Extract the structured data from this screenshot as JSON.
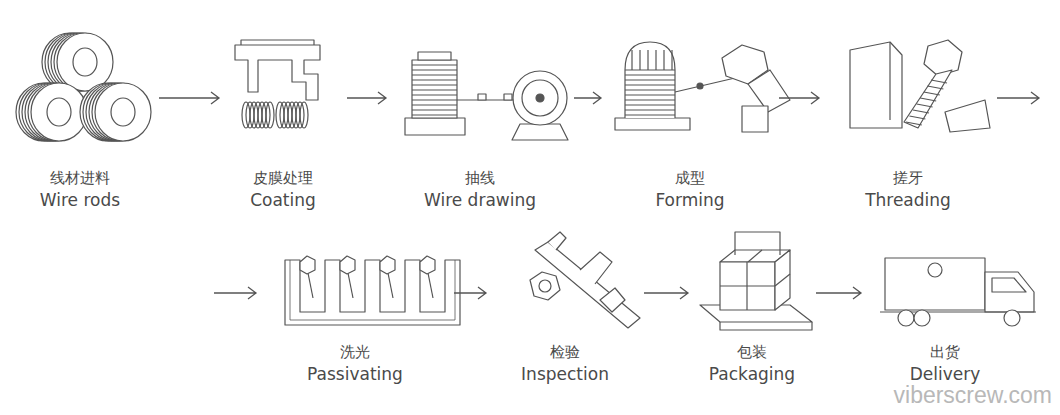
{
  "diagram": {
    "nodes": [
      {
        "text": [
          "线材进料",
          "Wire rods"
        ]
      },
      {
        "text": [
          "皮膜处理",
          "Coating"
        ]
      },
      {
        "text": [
          "抽线",
          "Wire drawing"
        ]
      },
      {
        "text": [
          "成型",
          "Forming"
        ]
      },
      {
        "text": [
          "搓牙",
          "Threading"
        ]
      },
      {
        "text": [
          "洗光",
          "Passivating"
        ]
      },
      {
        "text": [
          "检验",
          "Inspection"
        ]
      },
      {
        "text": [
          "包装",
          "Packaging"
        ]
      },
      {
        "text": [
          "出货",
          "Delivery"
        ]
      }
    ],
    "edges": [
      {
        "from": 0,
        "to": 1,
        "arrow": "to"
      },
      {
        "from": 1,
        "to": 2,
        "arrow": "to"
      },
      {
        "from": 2,
        "to": 3,
        "arrow": "to"
      },
      {
        "from": 3,
        "to": 4,
        "arrow": "to"
      },
      {
        "from": 4,
        "to": 5,
        "arrow": "to"
      },
      {
        "from": 5,
        "to": 6,
        "arrow": "to"
      },
      {
        "from": 6,
        "to": 7,
        "arrow": "to"
      },
      {
        "from": 7,
        "to": 8,
        "arrow": "to"
      }
    ],
    "labels": [
      "viberscrew.com"
    ]
  }
}
